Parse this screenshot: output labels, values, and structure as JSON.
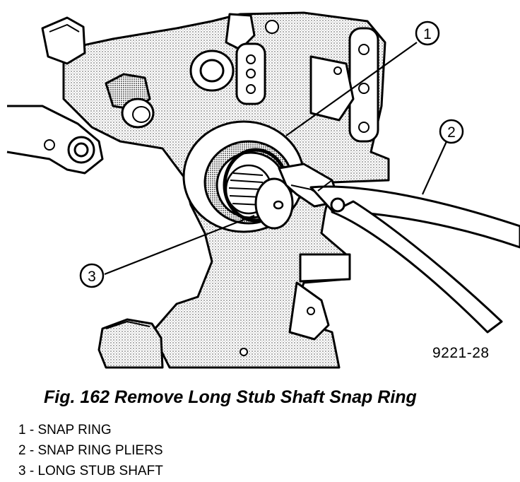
{
  "figure": {
    "code": "9221-28",
    "callouts": [
      {
        "number": "1"
      },
      {
        "number": "2"
      },
      {
        "number": "3"
      }
    ]
  },
  "caption": "Fig. 162 Remove Long Stub Shaft Snap Ring",
  "legend": [
    {
      "text": "1 - SNAP RING"
    },
    {
      "text": "2 - SNAP RING PLIERS"
    },
    {
      "text": "3 - LONG STUB SHAFT"
    }
  ]
}
